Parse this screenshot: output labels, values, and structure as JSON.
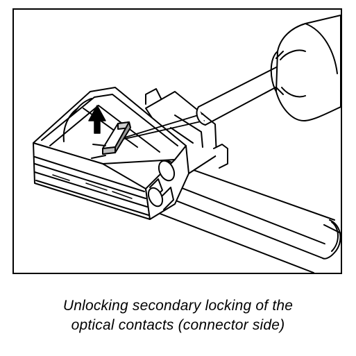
{
  "figure": {
    "icons": [
      "connector-housing",
      "locking-slide",
      "up-arrow-icon",
      "probe-tool",
      "optical-fiber-cable"
    ]
  },
  "caption": {
    "line1": "Unlocking secondary locking of the",
    "line2": "optical contacts (connector side)"
  }
}
